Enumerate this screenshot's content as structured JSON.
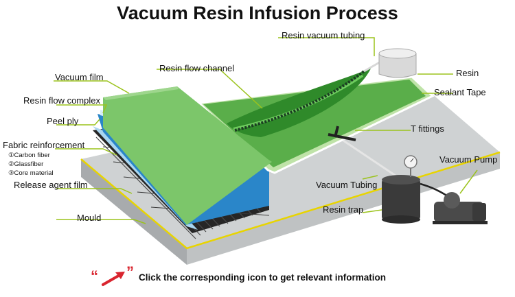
{
  "title": "Vacuum Resin Infusion Process",
  "labels": {
    "resin_vacuum_tubing": "Resin vacuum tubing",
    "vacuum_film": "Vacuum film",
    "resin_flow_channel": "Resin flow channel",
    "resin": "Resin",
    "resin_flow_complex": "Resin flow complex",
    "sealant_tape": "Sealant Tape",
    "peel_ply": "Peel ply",
    "t_fittings": "T fittings",
    "fabric_reinforcement": "Fabric reinforcement",
    "vacuum_pump": "Vacuum Pump",
    "release_agent_film": "Release agent film",
    "vacuum_tubing": "Vacuum Tubing",
    "resin_trap": "Resin trap",
    "mould": "Mould"
  },
  "fabric_sublist": [
    "①Carbon fiber",
    "②Glassfiber",
    "③Core material"
  ],
  "footer": {
    "quote_open": "“",
    "quote_close": "”",
    "text": "Click the corresponding icon to get relevant information"
  },
  "colors": {
    "leader": "#9bc31c",
    "film_green": "#5aae4a",
    "film_light": "#7cc66a",
    "flow_channel": "#2f8a2a",
    "peel_ply_blue": "#2a86c9",
    "mould_gray": "#b9bcbd",
    "edge_yellow": "#e8d400",
    "arrow_red": "#d9252f"
  }
}
